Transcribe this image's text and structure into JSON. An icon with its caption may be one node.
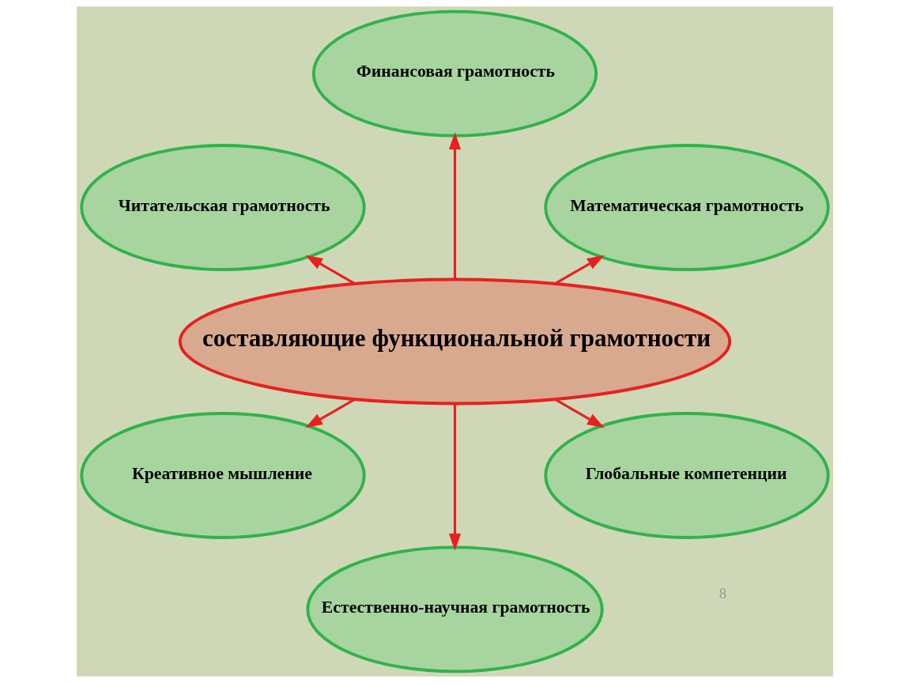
{
  "diagram": {
    "nodes": [
      {
        "text": [
          "составляющие функциональной грамотности"
        ]
      },
      {
        "text": [
          "Математическая грамотность"
        ]
      },
      {
        "text": [
          "Финансовая грамотность"
        ]
      },
      {
        "text": [
          "Читательская грамотность"
        ]
      },
      {
        "text": [
          "Креативное мышление"
        ]
      },
      {
        "text": [
          "Естественно-научная грамотность"
        ]
      },
      {
        "text": [
          "Глобальные компетенции"
        ]
      }
    ],
    "edges": [
      {
        "from": 0,
        "to": 1,
        "arrow": "to"
      },
      {
        "from": 0,
        "to": 2,
        "arrow": "to"
      },
      {
        "from": 0,
        "to": 3,
        "arrow": "to"
      },
      {
        "from": 0,
        "to": 4,
        "arrow": "to"
      },
      {
        "from": 0,
        "to": 5,
        "arrow": "to"
      },
      {
        "from": 0,
        "to": 6,
        "arrow": "to"
      }
    ],
    "labels": [
      "8"
    ]
  }
}
